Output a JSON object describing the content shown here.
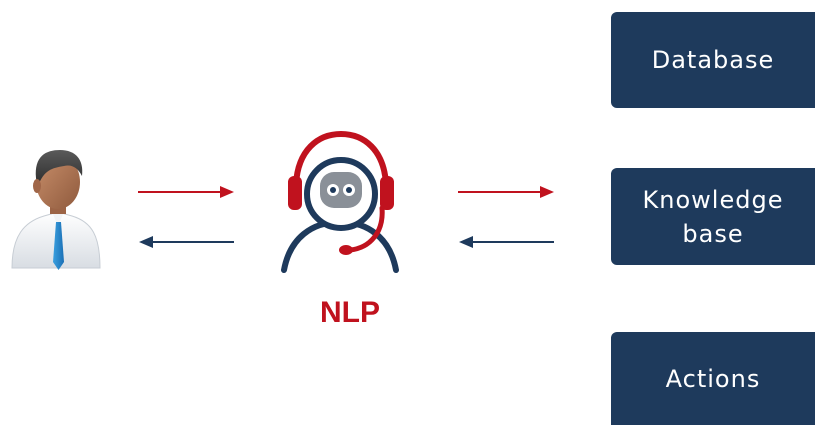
{
  "diagram": {
    "center_label": "NLP",
    "boxes": [
      {
        "label": "Database"
      },
      {
        "label": "Knowledge base"
      },
      {
        "label": "Actions"
      }
    ],
    "icons": {
      "user": "user-person-icon",
      "bot": "headset-robot-icon"
    },
    "colors": {
      "box_fill": "#1e3a5c",
      "accent_red": "#c0121e",
      "arrow_dark": "#1e3a5c"
    }
  }
}
